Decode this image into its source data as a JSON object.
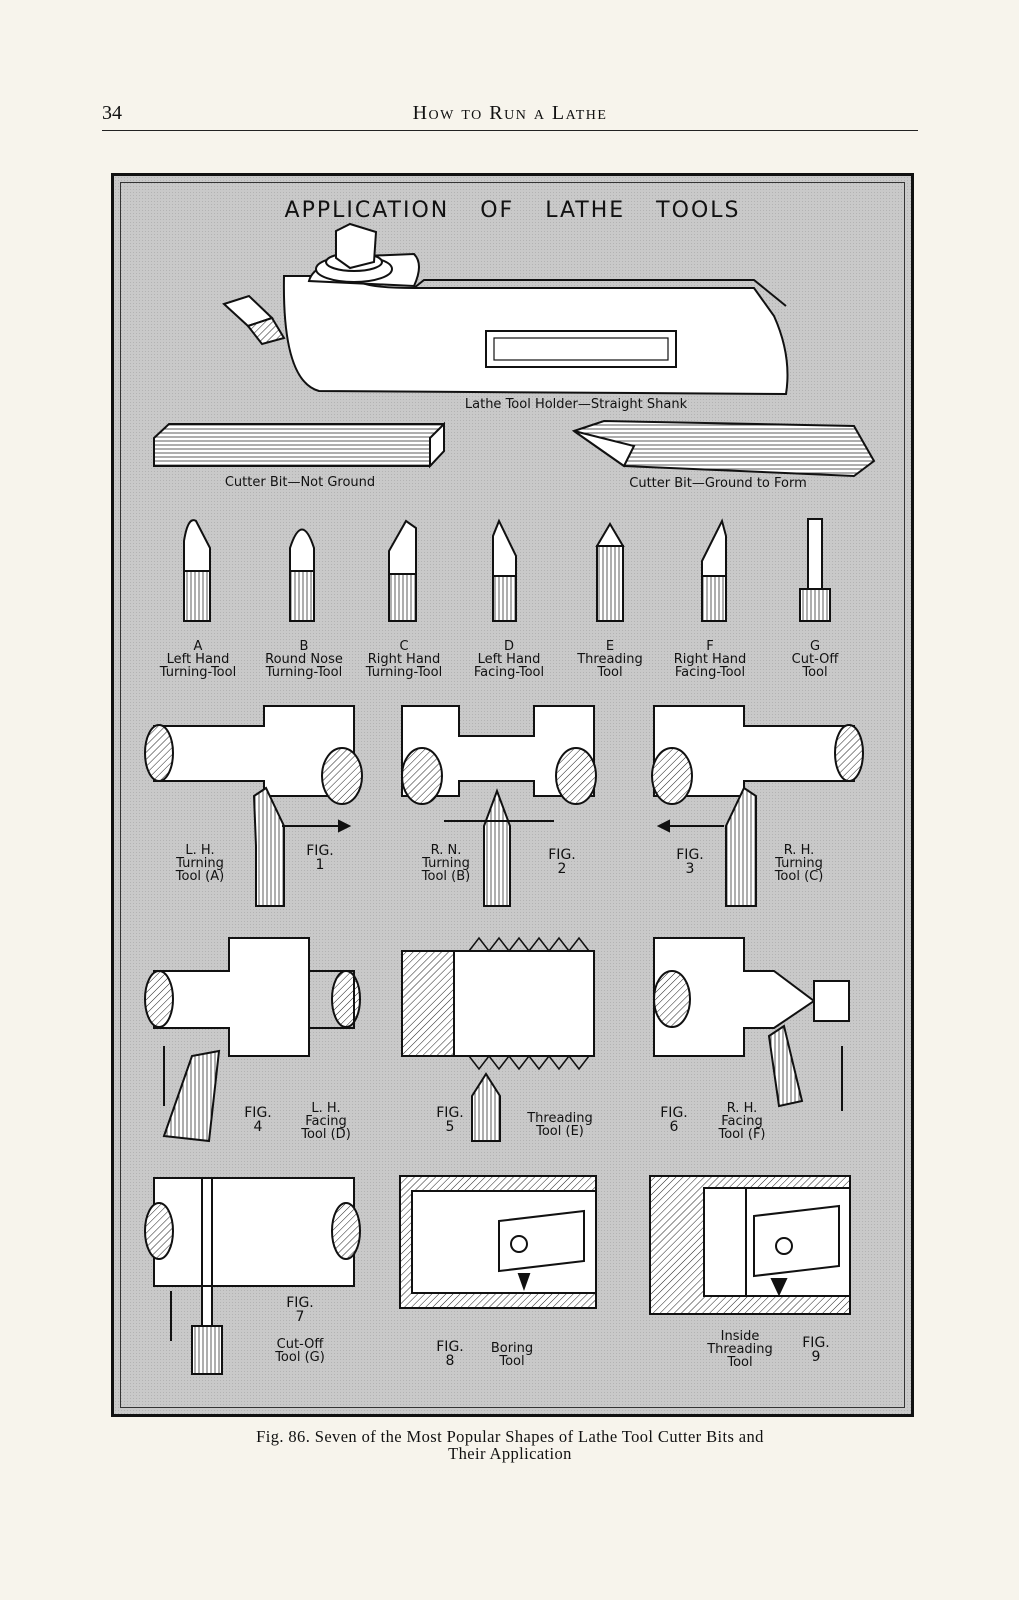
{
  "header": {
    "page_number": "34",
    "running_title": "How to Run a Lathe"
  },
  "plate": {
    "title": "APPLICATION OF LATHE TOOLS",
    "holder_label": "Lathe Tool Holder—Straight Shank",
    "bit_not_ground": "Cutter Bit—Not Ground",
    "bit_ground": "Cutter Bit—Ground to Form",
    "tools": [
      {
        "letter": "A",
        "name1": "Left Hand",
        "name2": "Turning-Tool"
      },
      {
        "letter": "B",
        "name1": "Round Nose",
        "name2": "Turning-Tool"
      },
      {
        "letter": "C",
        "name1": "Right Hand",
        "name2": "Turning-Tool"
      },
      {
        "letter": "D",
        "name1": "Left Hand",
        "name2": "Facing-Tool"
      },
      {
        "letter": "E",
        "name1": "Threading",
        "name2": "Tool"
      },
      {
        "letter": "F",
        "name1": "Right Hand",
        "name2": "Facing-Tool"
      },
      {
        "letter": "G",
        "name1": "Cut-Off",
        "name2": "Tool"
      }
    ],
    "figures": [
      {
        "fig": "FIG.",
        "num": "1",
        "l1": "L. H.",
        "l2": "Turning",
        "l3": "Tool (A)"
      },
      {
        "fig": "FIG.",
        "num": "2",
        "l1": "R. N.",
        "l2": "Turning",
        "l3": "Tool (B)"
      },
      {
        "fig": "FIG.",
        "num": "3",
        "l1": "R. H.",
        "l2": "Turning",
        "l3": "Tool (C)"
      },
      {
        "fig": "FIG.",
        "num": "4",
        "l1": "L. H.",
        "l2": "Facing",
        "l3": "Tool (D)"
      },
      {
        "fig": "FIG.",
        "num": "5",
        "l1": "Threading",
        "l2": "Tool (E)",
        "l3": ""
      },
      {
        "fig": "FIG.",
        "num": "6",
        "l1": "R. H.",
        "l2": "Facing",
        "l3": "Tool (F)"
      },
      {
        "fig": "FIG.",
        "num": "7",
        "l1": "Cut-Off",
        "l2": "Tool (G)",
        "l3": ""
      },
      {
        "fig": "FIG.",
        "num": "8",
        "l1": "Boring",
        "l2": "Tool",
        "l3": ""
      },
      {
        "fig": "FIG.",
        "num": "9",
        "l1": "Inside",
        "l2": "Threading",
        "l3": "Tool"
      }
    ]
  },
  "caption": {
    "line1": "Fig. 86.  Seven of the Most Popular Shapes of Lathe Tool Cutter Bits and",
    "line2": "Their Application"
  }
}
